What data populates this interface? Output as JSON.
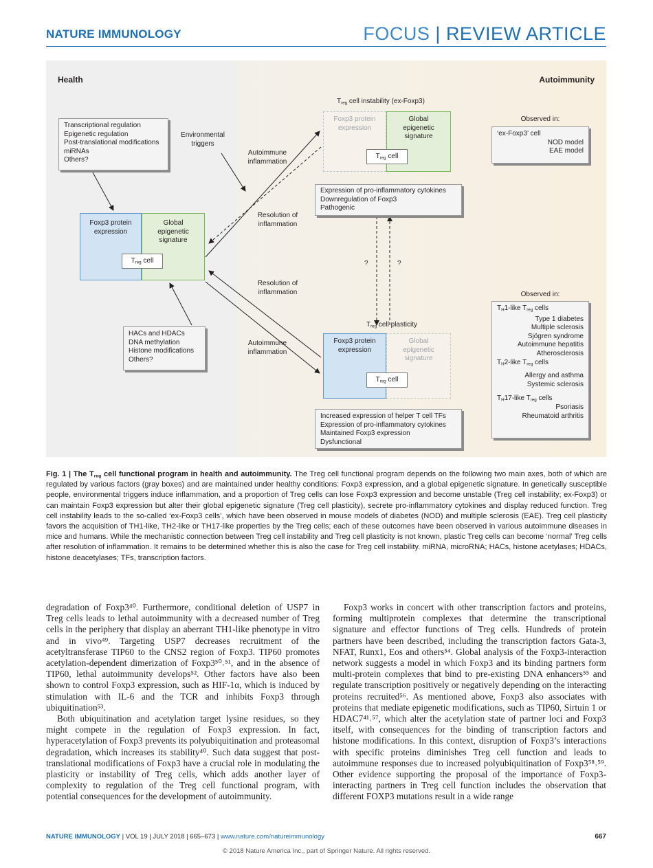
{
  "header": {
    "journal": "NATURE IMMUNOLOGY",
    "focus": "FOCUS",
    "review": "REVIEW ARTICLE"
  },
  "figure": {
    "health_label": "Health",
    "autoimmunity_label": "Autoimmunity",
    "regulation_box": [
      "Transcriptional regulation",
      "Epigenetic regulation",
      "Post-translational modifications",
      "miRNAs",
      "Others?"
    ],
    "environmental_triggers": "Environmental triggers",
    "hacs_box": [
      "HACs and HDACs",
      "DNA methylation",
      "Histone modifications",
      "Others?"
    ],
    "foxp3_expression": "Foxp3 protein expression",
    "global_signature": "Global epigenetic signature",
    "treg": "T",
    "treg_sub": "reg",
    "cell_word": "cell",
    "instability_title": "cell instability (ex-Foxp3)",
    "plasticity_title": "cell plasticity",
    "autoimmune_inflammation": "Autoimmune inflammation",
    "resolution_inflammation": "Resolution of inflammation",
    "question": "?",
    "instability_effects": [
      "Expression of pro-inflammatory cytokines",
      "Downregulation of Foxp3",
      "Pathogenic"
    ],
    "plasticity_effects": [
      "Increased expression of helper T cell TFs",
      "Expression of pro-inflammatory cytokines",
      "Maintained Foxp3 expression",
      "Dysfunctional"
    ],
    "observed_in": "Observed in:",
    "ex_foxp3_cell": "‘ex-Foxp3’ cell",
    "ex_foxp3_models": [
      "NOD model",
      "EAE model"
    ],
    "th1_label": "1-like",
    "th1_diseases": [
      "Type 1 diabetes",
      "Multiple sclerosis",
      "Sjögren syndrome",
      "Autoimmune hepatitis",
      "Atherosclerosis"
    ],
    "th2_label": "2-like",
    "th2_diseases": [
      "Allergy and asthma",
      "Systemic sclerosis"
    ],
    "th17_label": "17-like",
    "th17_diseases": [
      "Psoriasis",
      "Rheumatoid arthritis"
    ],
    "cells_word": "cells"
  },
  "caption": {
    "fig_label": "Fig. 1 |",
    "fig_title": "The T",
    "fig_title_sub": "reg",
    "fig_title_rest": "cell functional program in health and autoimmunity.",
    "text": "The Treg cell functional program depends on the following two main axes, both of which are regulated by various factors (gray boxes) and are maintained under healthy conditions: Foxp3 expression, and a global epigenetic signature. In genetically susceptible people, environmental triggers induce inflammation, and a proportion of Treg cells can lose Foxp3 expression and become unstable (Treg cell instability; ex-Foxp3) or can maintain Foxp3 expression but alter their global epigenetic signature (Treg cell plasticity), secrete pro-inflammatory cytokines and display reduced function. Treg cell instability leads to the so-called ‘ex-Foxp3 cells’, which have been observed in mouse models of diabetes (NOD) and multiple sclerosis (EAE). Treg cell plasticity favors the acquisition of TH1-like, TH2-like or TH17-like properties by the Treg cells; each of these outcomes have been observed in various autoimmune diseases in mice and humans. While the mechanistic connection between Treg cell instability and Treg cell plasticity is not known, plastic Treg cells can become ‘normal’ Treg cells after resolution of inflammation. It remains to be determined whether this is also the case for Treg cell instability. miRNA, microRNA; HACs, histone acetylases; HDACs, histone deacetylases; TFs, transcription factors."
  },
  "body": {
    "left_p1": "degradation of Foxp3⁴⁰. Furthermore, conditional deletion of USP7 in Treg cells leads to lethal autoimmunity with a decreased number of Treg cells in the periphery that display an aberrant TH1-like phenotype in vitro and in vivo⁴⁹. Targeting USP7 decreases recruitment of the acetyltransferase TIP60 to the CNS2 region of Foxp3. TIP60 promotes acetylation-dependent dimerization of Foxp3⁵⁰˒⁵¹, and in the absence of TIP60, lethal autoimmunity develops⁵². Other factors have also been shown to control Foxp3 expression, such as HIF-1α, which is induced by stimulation with IL-6 and the TCR and inhibits Foxp3 through ubiquitination⁵³.",
    "left_p2": "Both ubiquitination and acetylation target lysine residues, so they might compete in the regulation of Foxp3 expression. In fact, hyperacetylation of Foxp3 prevents its polyubiquitination and proteasomal degradation, which increases its stability⁴⁰. Such data suggest that post-translational modifications of Foxp3 have a crucial role in modulating the plasticity or instability of Treg cells, which adds another layer of complexity to regulation of the Treg cell functional program, with potential consequences for the development of autoimmunity.",
    "right_p1": "Foxp3 works in concert with other transcription factors and proteins, forming multiprotein complexes that determine the transcriptional signature and effector functions of Treg cells. Hundreds of protein partners have been described, including the transcription factors Gata-3, NFAT, Runx1, Eos and others⁵⁴. Global analysis of the Foxp3-interaction network suggests a model in which Foxp3 and its binding partners form multi-protein complexes that bind to pre-existing DNA enhancers⁵⁵ and regulate transcription positively or negatively depending on the interacting proteins recruited⁵⁶. As mentioned above, Foxp3 also associates with proteins that mediate epigenetic modifications, such as TIP60, Sirtuin 1 or HDAC7⁴¹˒⁵⁷, which alter the acetylation state of partner loci and Foxp3 itself, with consequences for the binding of transcription factors and histone modifications. In this context, disruption of Foxp3’s interactions with specific proteins diminishes Treg cell function and leads to autoimmune responses due to increased polyubiquitination of Foxp3⁵⁸˒⁵⁹. Other evidence supporting the proposal of the importance of Foxp3-interacting partners in Treg cell function includes the observation that different FOXP3 mutations result in a wide range"
  },
  "footer": {
    "journal": "NATURE IMMUNOLOGY",
    "issue": " | VOL 19 | JULY 2018 | 665–673 | ",
    "url": "www.nature.com/natureimmunology",
    "page": "667",
    "copyright": "© 2018 Nature America Inc., part of Springer Nature. All rights reserved."
  }
}
